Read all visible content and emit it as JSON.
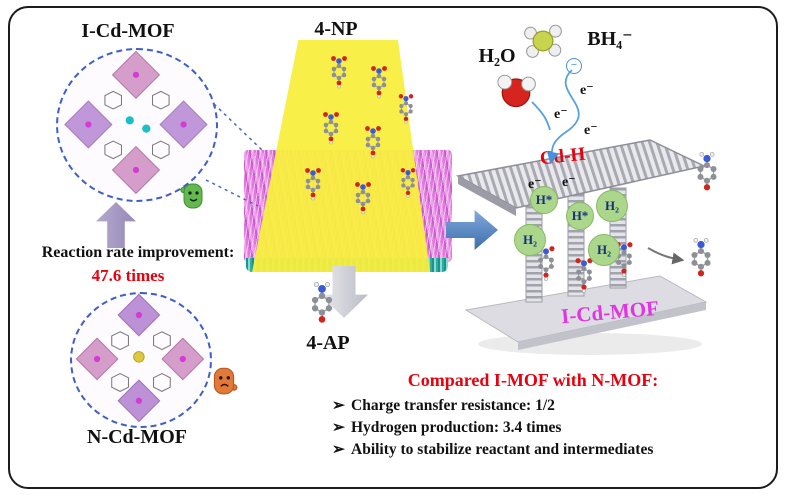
{
  "colors": {
    "accent_red": "#e8000d",
    "mof_magenta": "#e135e1",
    "beam_yellow": "#f8ee3e",
    "sheet_magenta": "#df79de",
    "arrow_blue": "#4f81bd",
    "dashed_circle_blue": "#3c5fc8",
    "bubble_green": "#abd68c"
  },
  "left": {
    "i_cd_mof_label": "I-Cd-MOF",
    "rate_line1": "Reaction rate improvement:",
    "rate_line2": "47.6 times",
    "n_cd_mof_label": "N-Cd-MOF"
  },
  "center": {
    "np_label": "4-NP",
    "ap_label": "4-AP"
  },
  "right": {
    "h2o_label": "H₂O",
    "bh4_label": "BH₄⁻",
    "minus": "−",
    "electron_label": "e⁻",
    "cdh_label": "Cd-H",
    "h_star": "H*",
    "h2": "H₂",
    "house_mof_label": "I-Cd-MOF"
  },
  "comparison": {
    "marker": "➢",
    "title": "Compared I-MOF with N-MOF:",
    "items": [
      "Charge transfer resistance: 1/2",
      "Hydrogen production: 3.4 times",
      "Ability to stabilize reactant and intermediates"
    ]
  }
}
